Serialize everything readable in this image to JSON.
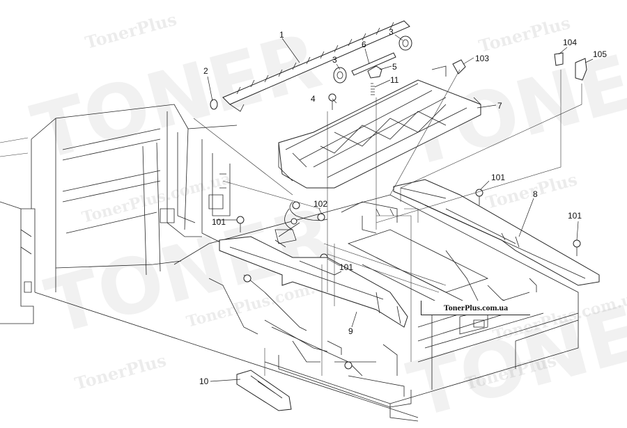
{
  "watermark": {
    "small_text": "TonerPlus.com.ua",
    "brand_text": "TonerPlus",
    "big_text": "TONER"
  },
  "site_label": "TonerPlus.com.ua",
  "callouts": [
    {
      "id": "c1",
      "label": "1"
    },
    {
      "id": "c2",
      "label": "2"
    },
    {
      "id": "c3a",
      "label": "3"
    },
    {
      "id": "c3b",
      "label": "3"
    },
    {
      "id": "c4",
      "label": "4"
    },
    {
      "id": "c5",
      "label": "5"
    },
    {
      "id": "c6",
      "label": "6"
    },
    {
      "id": "c7",
      "label": "7"
    },
    {
      "id": "c8",
      "label": "8"
    },
    {
      "id": "c9",
      "label": "9"
    },
    {
      "id": "c10",
      "label": "10"
    },
    {
      "id": "c11",
      "label": "11"
    },
    {
      "id": "c101a",
      "label": "101"
    },
    {
      "id": "c101b",
      "label": "101"
    },
    {
      "id": "c101c",
      "label": "101"
    },
    {
      "id": "c101d",
      "label": "101"
    },
    {
      "id": "c102",
      "label": "102"
    },
    {
      "id": "c103",
      "label": "103"
    },
    {
      "id": "c104",
      "label": "104"
    },
    {
      "id": "c105",
      "label": "105"
    }
  ]
}
